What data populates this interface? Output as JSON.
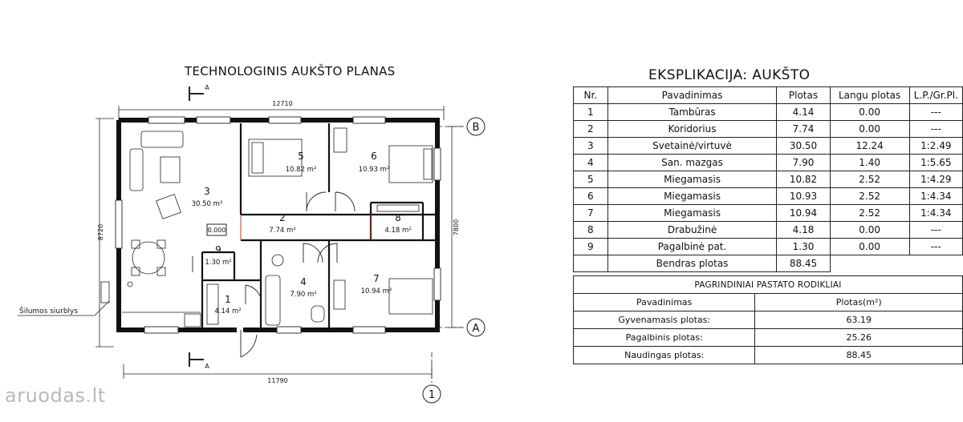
{
  "plan": {
    "title": "TECHNOLOGINIS AUKŠTO PLANAS",
    "section_mark": "A",
    "dim_top": "12710",
    "dim_bottom": "11790",
    "dim_left": "8720",
    "dim_right": "7800",
    "axis_b": "B",
    "axis_a": "A",
    "axis_1": "1",
    "pump_label": "Šilumos siurblys",
    "box_value": "0.000",
    "rooms": [
      {
        "num": "1",
        "area": "4.14 m²"
      },
      {
        "num": "2",
        "area": "7.74 m²"
      },
      {
        "num": "3",
        "area": "30.50 m²"
      },
      {
        "num": "4",
        "area": "7.90 m²"
      },
      {
        "num": "5",
        "area": "10.82 m²"
      },
      {
        "num": "6",
        "area": "10.93 m²"
      },
      {
        "num": "7",
        "area": "10.94 m²"
      },
      {
        "num": "8",
        "area": "4.18 m²"
      },
      {
        "num": "9",
        "area": "1.30 m²"
      }
    ]
  },
  "watermark": {
    "text": "aruodas",
    "dot": ".",
    "suffix": "lt"
  },
  "explication": {
    "title": "EKSPLIKACIJA: AUKŠTO",
    "headers": [
      "Nr.",
      "Pavadinimas",
      "Plotas",
      "Langu plotas",
      "L.P./Gr.Pl."
    ],
    "rows": [
      [
        "1",
        "Tambūras",
        "4.14",
        "0.00",
        "---"
      ],
      [
        "2",
        "Koridorius",
        "7.74",
        "0.00",
        "---"
      ],
      [
        "3",
        "Svetainė/virtuvė",
        "30.50",
        "12.24",
        "1:2.49"
      ],
      [
        "4",
        "San. mazgas",
        "7.90",
        "1.40",
        "1:5.65"
      ],
      [
        "5",
        "Miegamasis",
        "10.82",
        "2.52",
        "1:4.29"
      ],
      [
        "6",
        "Miegamasis",
        "10.93",
        "2.52",
        "1:4.34"
      ],
      [
        "7",
        "Miegamasis",
        "10.94",
        "2.52",
        "1:4.34"
      ],
      [
        "8",
        "Drabužinė",
        "4.18",
        "0.00",
        "---"
      ],
      [
        "9",
        "Pagalbinė pat.",
        "1.30",
        "0.00",
        "---"
      ]
    ],
    "total_label": "Bendras plotas",
    "total_value": "88.45"
  },
  "indicators": {
    "title": "PAGRINDINIAI PASTATO RODIKLIAI",
    "col_name": "Pavadinimas",
    "col_area": "Plotas(m²)",
    "rows": [
      [
        "Gyvenamasis plotas:",
        "63.19"
      ],
      [
        "Pagalbinis plotas:",
        "25.26"
      ],
      [
        "Naudingas plotas:",
        "88.45"
      ]
    ]
  }
}
